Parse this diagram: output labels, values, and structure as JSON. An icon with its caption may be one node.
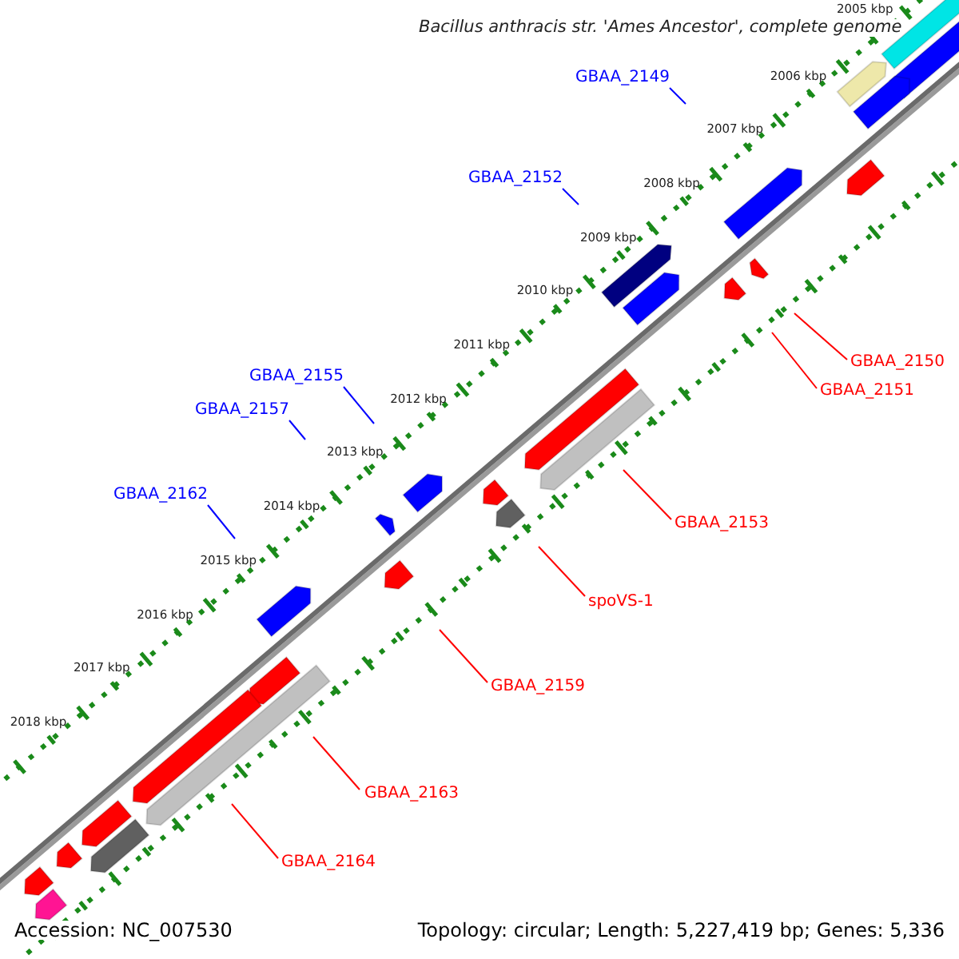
{
  "diagram": {
    "title": "Bacillus anthracis str. 'Ames Ancestor', complete genome",
    "nodes": [
      {
        "text": [
          "GBAA_2149"
        ]
      },
      {
        "text": [
          "GBAA_2152"
        ]
      },
      {
        "text": [
          "GBAA_2150"
        ]
      },
      {
        "text": [
          "GBAA_2155"
        ]
      },
      {
        "text": [
          "GBAA_2151"
        ]
      },
      {
        "text": [
          "GBAA_2157"
        ]
      },
      {
        "text": [
          "GBAA_2162"
        ]
      },
      {
        "text": [
          "GBAA_2153"
        ]
      },
      {
        "text": [
          "spoVS-1"
        ]
      },
      {
        "text": [
          "GBAA_2159"
        ]
      },
      {
        "text": [
          "GBAA_2163"
        ]
      },
      {
        "text": [
          "GBAA_2164"
        ]
      }
    ],
    "edges": [
      {
        "from": 0,
        "to": null,
        "arrow": "none",
        "color": "#0000ff"
      },
      {
        "from": 1,
        "to": null,
        "arrow": "none",
        "color": "#0000ff"
      },
      {
        "from": 2,
        "to": null,
        "arrow": "none"
      },
      {
        "from": 3,
        "to": null,
        "arrow": "none",
        "color": "#0000ff"
      },
      {
        "from": 4,
        "to": null,
        "arrow": "none"
      },
      {
        "from": 5,
        "to": null,
        "arrow": "none",
        "color": "#0000ff"
      },
      {
        "from": 6,
        "to": null,
        "arrow": "none",
        "color": "#0000ff"
      },
      {
        "from": 7,
        "to": null,
        "arrow": "none"
      },
      {
        "from": 8,
        "to": null,
        "arrow": "none"
      },
      {
        "from": 9,
        "to": null,
        "arrow": "none"
      },
      {
        "from": 10,
        "to": null,
        "arrow": "none"
      },
      {
        "from": 11,
        "to": null,
        "arrow": "none"
      }
    ],
    "labels": [
      "2005 kbp",
      "2006 kbp",
      "2007 kbp",
      "2008 kbp",
      "2009 kbp",
      "2010 kbp",
      "2011 kbp",
      "2012 kbp",
      "2013 kbp",
      "2014 kbp",
      "2015 kbp",
      "2016 kbp",
      "2017 kbp",
      "2018 kbp",
      "Accession: NC_007530",
      "Topology: circular; Length: 5,227,419 bp; Genes: 5,336"
    ]
  }
}
